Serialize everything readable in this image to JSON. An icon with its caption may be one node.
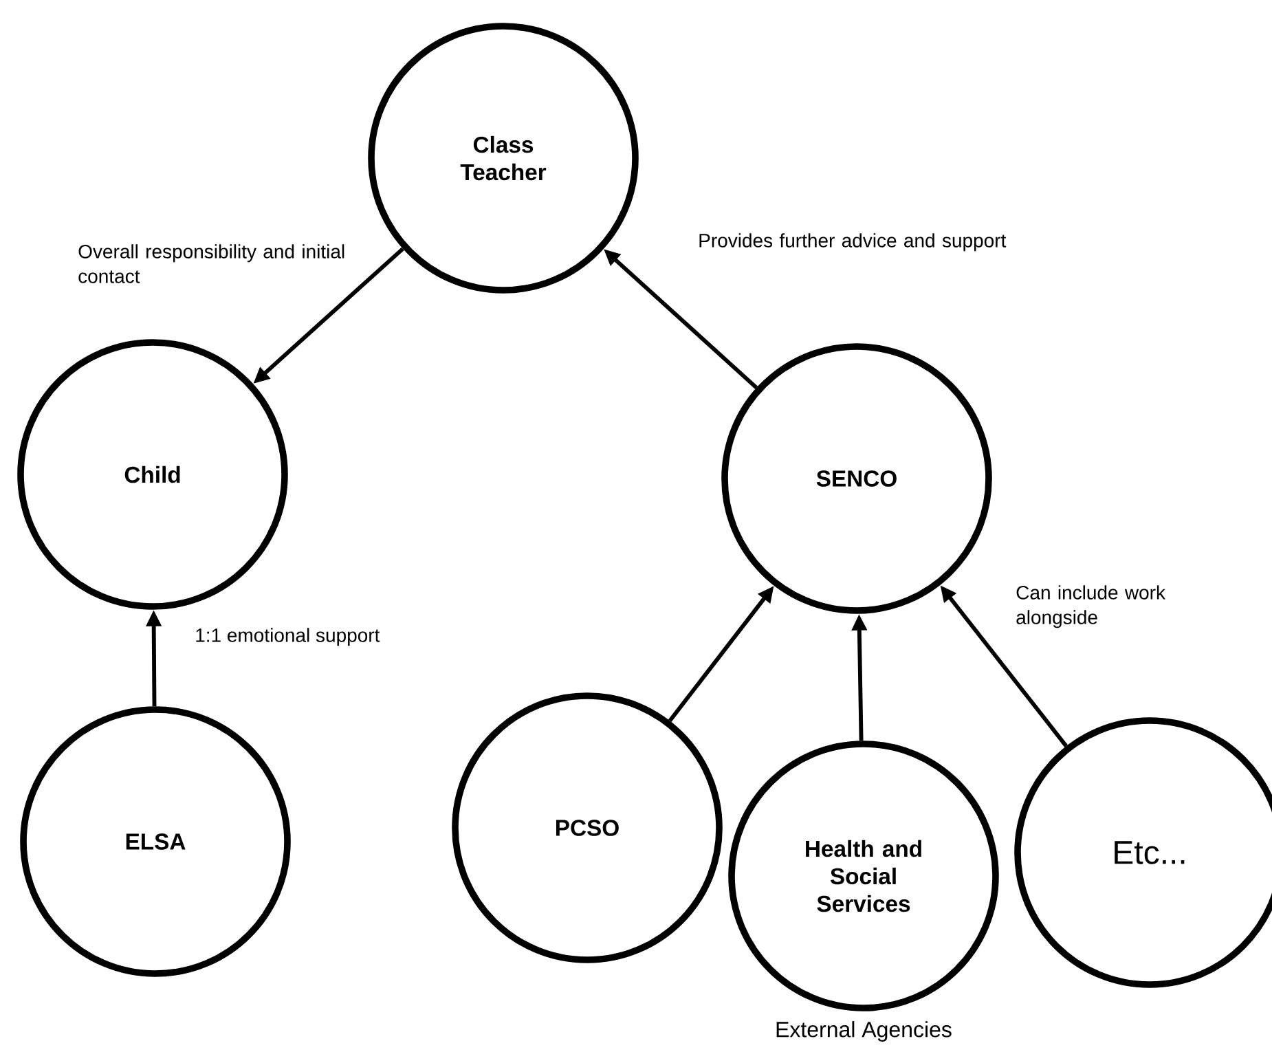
{
  "diagram": {
    "nodes": [
      {
        "text": [
          "Class Teacher"
        ]
      },
      {
        "text": [
          "Child"
        ]
      },
      {
        "text": [
          "SENCO"
        ]
      },
      {
        "text": [
          "ELSA"
        ]
      },
      {
        "text": [
          "PCSO"
        ]
      },
      {
        "text": [
          "Health and Social Services"
        ]
      },
      {
        "text": [
          "Etc..."
        ]
      }
    ],
    "edges": [
      {
        "from": 0,
        "to": 1,
        "arrow": "to",
        "label": "Overall responsibility and initial contact"
      },
      {
        "from": 2,
        "to": 0,
        "arrow": "to",
        "label": "Provides further advice and support"
      },
      {
        "from": 3,
        "to": 1,
        "arrow": "to",
        "label": "1:1 emotional support"
      },
      {
        "from": 4,
        "to": 2,
        "arrow": "to"
      },
      {
        "from": 5,
        "to": 2,
        "arrow": "to"
      },
      {
        "from": 6,
        "to": 2,
        "arrow": "to",
        "label": "Can include work alongside"
      }
    ],
    "labels": [
      "External Agencies"
    ]
  }
}
